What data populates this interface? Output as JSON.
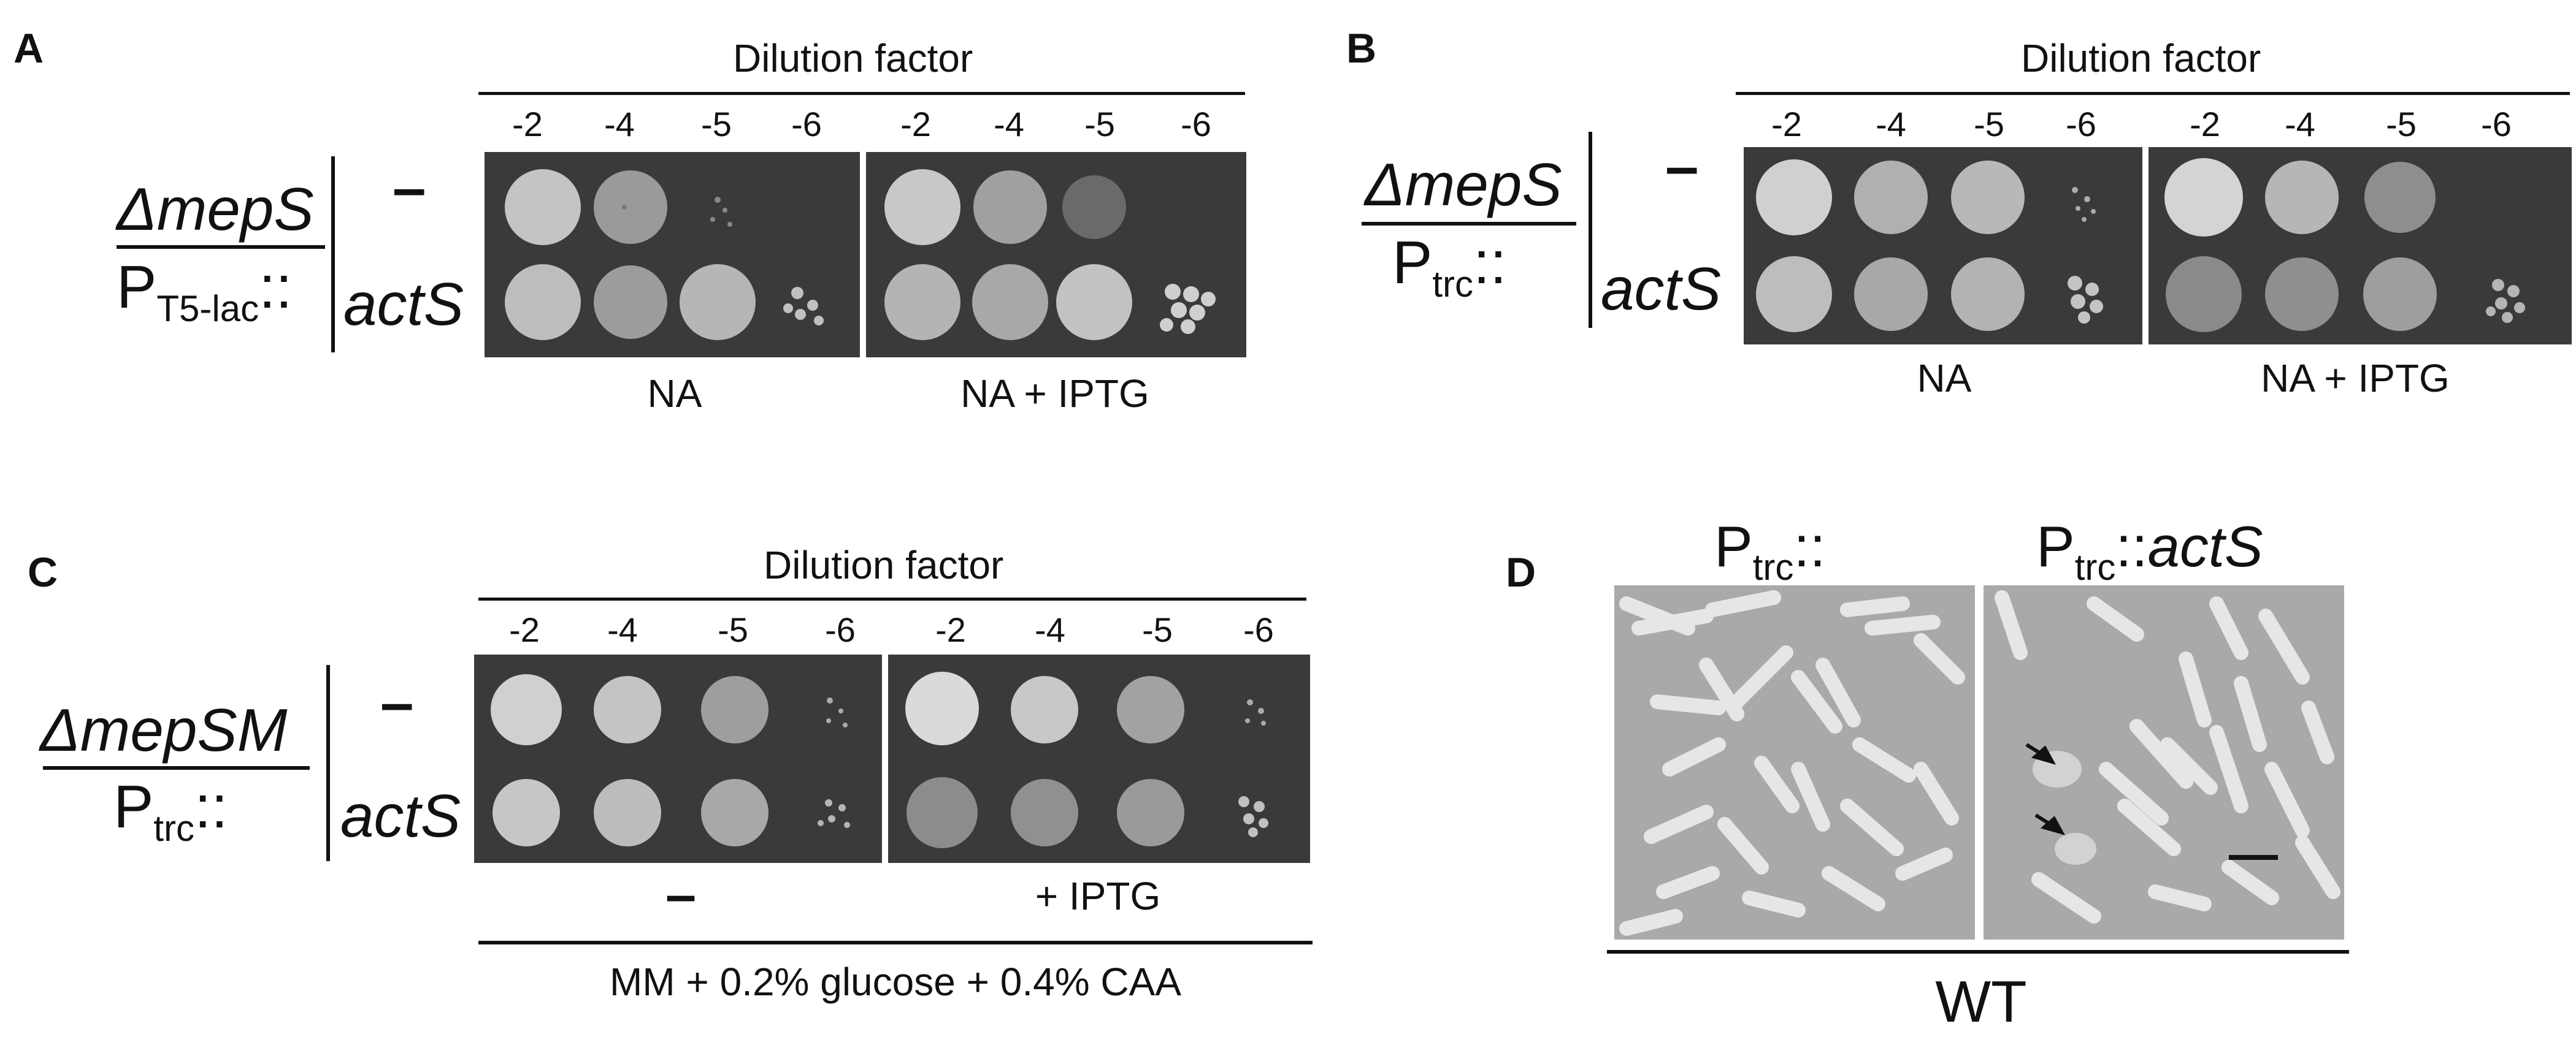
{
  "panels": {
    "A": {
      "label": "A",
      "header": "Dilution factor",
      "dilutions": [
        "-2",
        "-4",
        "-5",
        "-6",
        "-2",
        "-4",
        "-5",
        "-6"
      ],
      "strain_top": "ΔmepS",
      "strain_bottom_main": "P",
      "strain_bottom_sub": "T5-lac",
      "strain_bottom_suffix": "::",
      "row_labels": [
        "–",
        "actS"
      ],
      "conditions": [
        "NA",
        "NA + IPTG"
      ]
    },
    "B": {
      "label": "B",
      "header": "Dilution factor",
      "dilutions": [
        "-2",
        "-4",
        "-5",
        "-6",
        "-2",
        "-4",
        "-5",
        "-6"
      ],
      "strain_top": "ΔmepS",
      "strain_bottom_main": "P",
      "strain_bottom_sub": "trc",
      "strain_bottom_suffix": "::",
      "row_labels": [
        "–",
        "actS"
      ],
      "conditions": [
        "NA",
        "NA + IPTG"
      ]
    },
    "C": {
      "label": "C",
      "header": "Dilution factor",
      "dilutions": [
        "-2",
        "-4",
        "-5",
        "-6",
        "-2",
        "-4",
        "-5",
        "-6"
      ],
      "strain_top": "ΔmepSM",
      "strain_bottom_main": "P",
      "strain_bottom_sub": "trc",
      "strain_bottom_suffix": "::",
      "row_labels": [
        "–",
        "actS"
      ],
      "conditions": [
        "–",
        "+ IPTG"
      ],
      "medium": "MM + 0.2% glucose + 0.4% CAA"
    },
    "D": {
      "label": "D",
      "image_left_main": "P",
      "image_left_sub": "trc",
      "image_left_suffix": "::",
      "image_right_main": "P",
      "image_right_sub": "trc",
      "image_right_suffix": "::",
      "image_right_gene": "actS",
      "strain": "WT"
    }
  },
  "colors": {
    "plate_background": "#3a3a3a",
    "colony": "#c8c8c8",
    "micrograph_background": "#a9a9a9",
    "text": "#111111"
  }
}
